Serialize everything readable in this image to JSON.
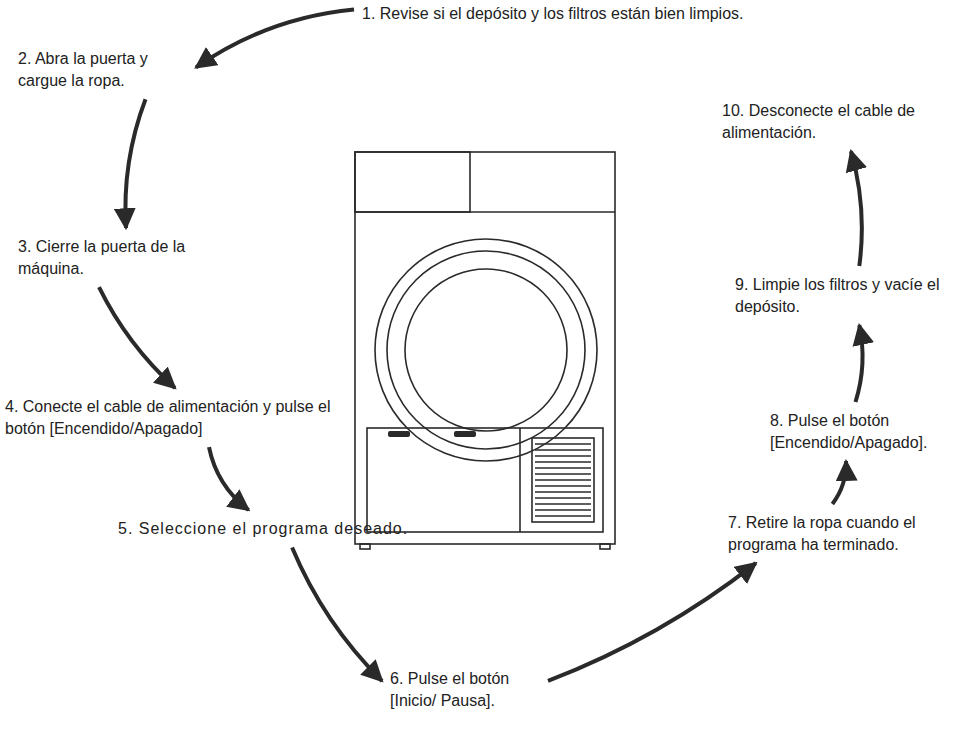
{
  "diagram": {
    "nodes": [
      {
        "text": [
          "1. Revise si el depósito y los filtros están bien limpios."
        ]
      },
      {
        "text": [
          "2. Abra la puerta y cargue la ropa."
        ]
      },
      {
        "text": [
          "3. Cierre la puerta de la máquina."
        ]
      },
      {
        "text": [
          "4. Conecte el cable de alimentación y pulse el botón [Encendido/Apagado]"
        ]
      },
      {
        "text": [
          "5. Seleccione el programa deseado."
        ]
      },
      {
        "text": [
          "6. Pulse el botón [Inicio/ Pausa]."
        ]
      },
      {
        "text": [
          "7. Retire la ropa cuando el programa ha terminado."
        ]
      },
      {
        "text": [
          "8. Pulse el botón [Encendido/Apagado]."
        ]
      },
      {
        "text": [
          "9. Limpie los filtros y vacíe el depósito."
        ]
      },
      {
        "text": [
          "10. Desconecte el cable de alimentación."
        ]
      }
    ],
    "edges": [
      {
        "from": 0,
        "to": 1,
        "arrow": "to"
      },
      {
        "from": 1,
        "to": 2,
        "arrow": "to"
      },
      {
        "from": 2,
        "to": 3,
        "arrow": "to"
      },
      {
        "from": 3,
        "to": 4,
        "arrow": "to"
      },
      {
        "from": 4,
        "to": 5,
        "arrow": "to"
      },
      {
        "from": 5,
        "to": 6,
        "arrow": "to"
      },
      {
        "from": 6,
        "to": 7,
        "arrow": "to"
      },
      {
        "from": 7,
        "to": 8,
        "arrow": "to"
      },
      {
        "from": 8,
        "to": 9,
        "arrow": "to"
      }
    ]
  }
}
